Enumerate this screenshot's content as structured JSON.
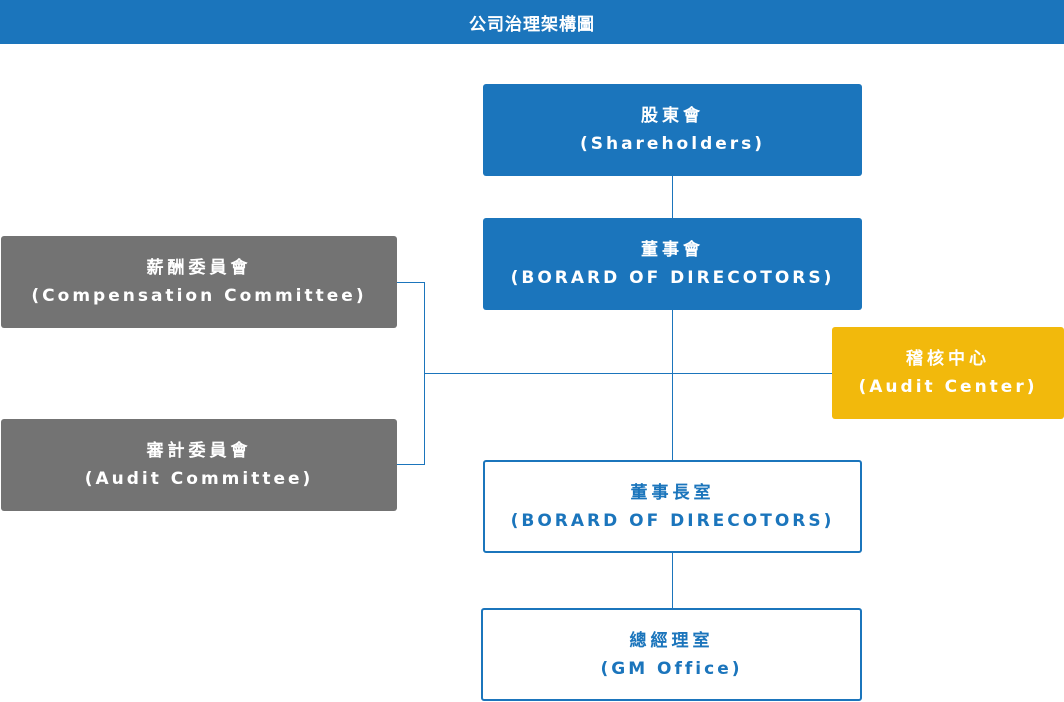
{
  "header": {
    "title": "公司治理架構圖"
  },
  "colors": {
    "primary_blue": "#1b75bc",
    "committee_gray": "#737373",
    "audit_yellow": "#f2b90c",
    "connector": "#1b75bc"
  },
  "nodes": {
    "shareholders": {
      "zh": "股東會",
      "en": "(Shareholders)"
    },
    "board": {
      "zh": "董事會",
      "en": "(BORARD OF DIRECOTORS)"
    },
    "compensation_committee": {
      "zh": "薪酬委員會",
      "en": "(Compensation Committee)"
    },
    "audit_committee": {
      "zh": "審計委員會",
      "en": "(Audit Committee)"
    },
    "audit_center": {
      "zh": "稽核中心",
      "en": "(Audit Center)"
    },
    "chairman_office": {
      "zh": "董事長室",
      "en": "(BORARD OF DIRECOTORS)"
    },
    "gm_office": {
      "zh": "總經理室",
      "en": "(GM Office)"
    }
  }
}
